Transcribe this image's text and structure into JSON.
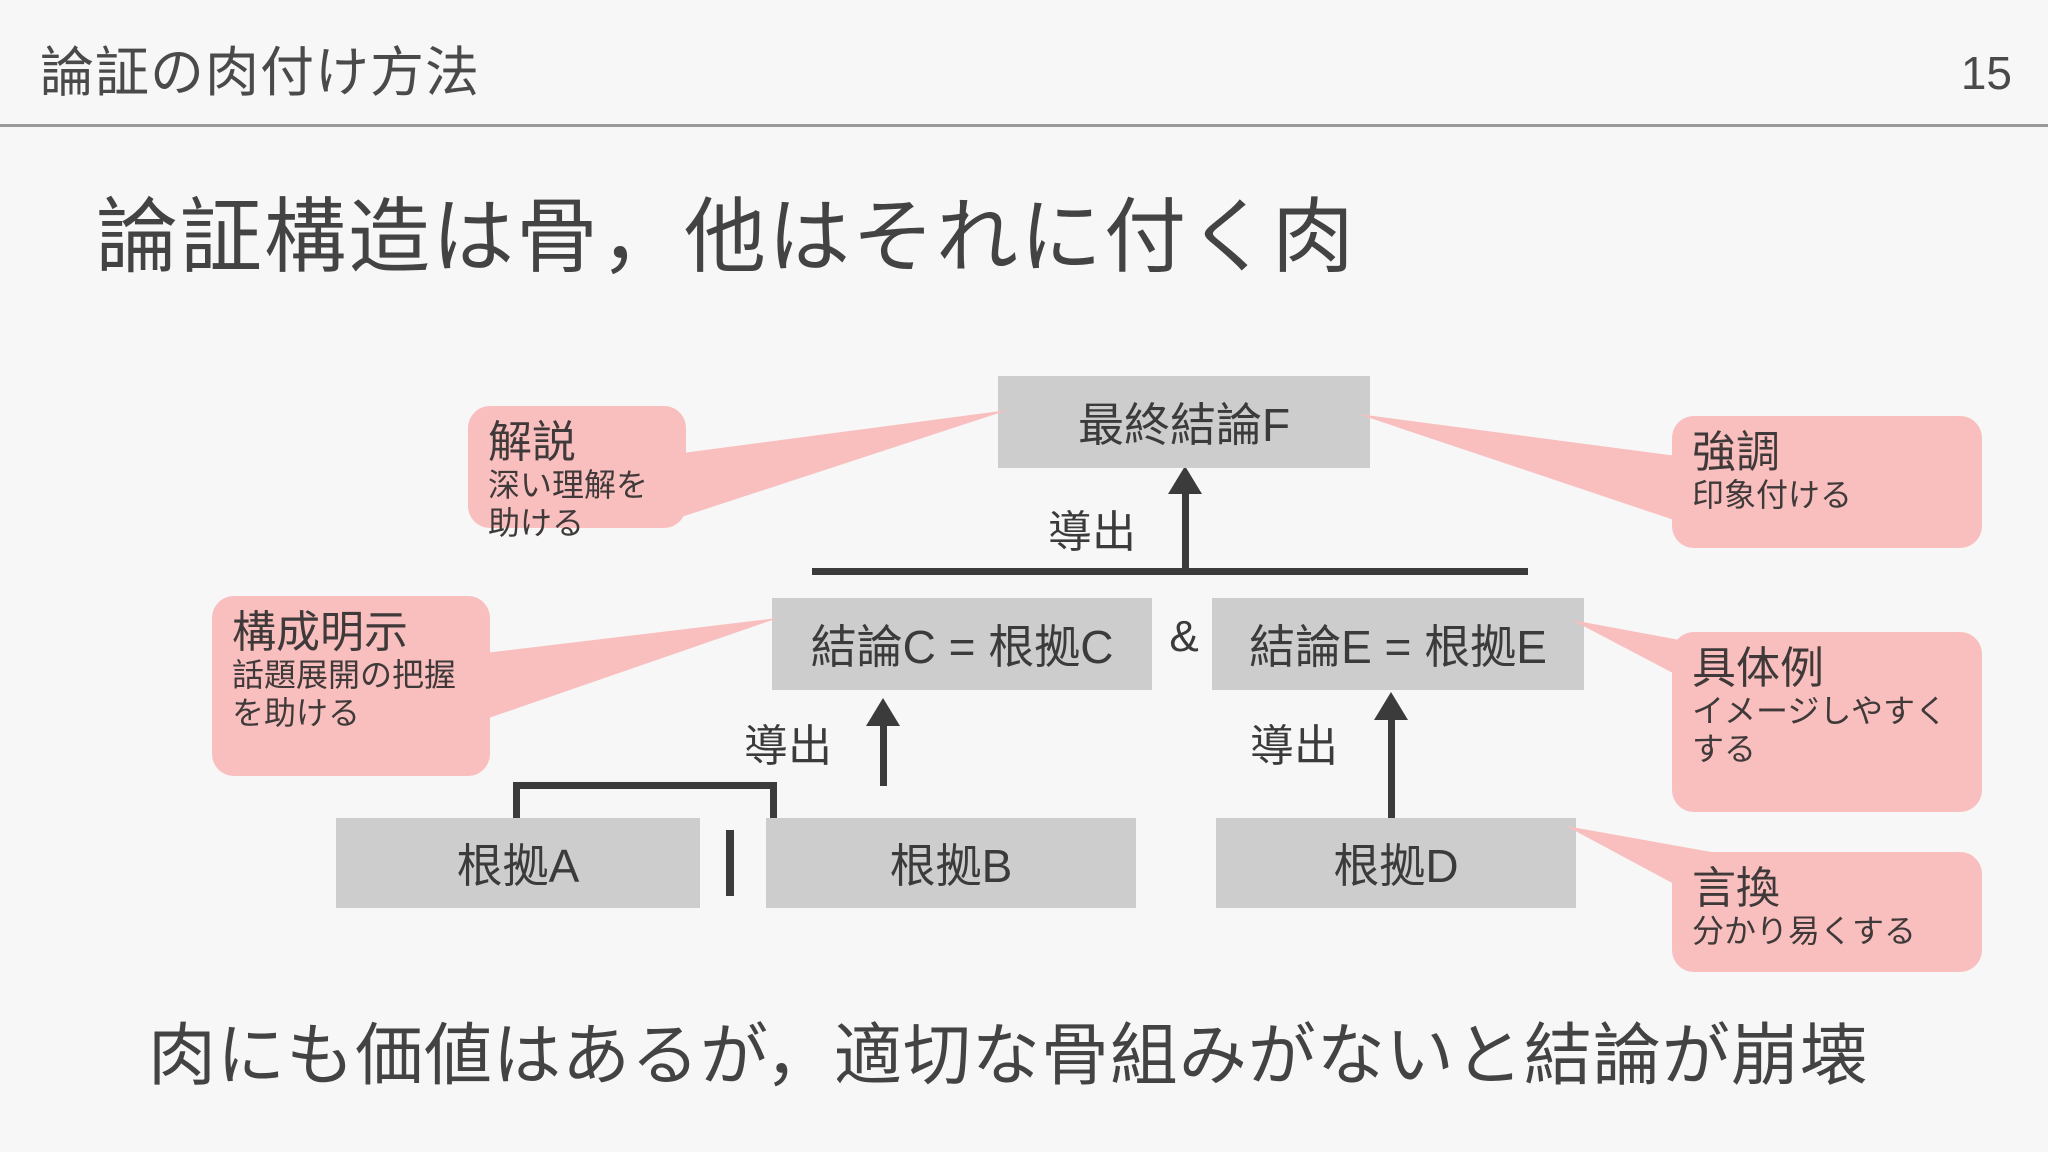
{
  "header": {
    "title": "論証の肉付け方法",
    "page_number": "15"
  },
  "headline": "論証構造は骨，他はそれに付く肉",
  "footer_text": "肉にも価値はあるが，適切な骨組みがないと結論が崩壊",
  "diagram": {
    "boxes": {
      "final": "最終結論F",
      "conclusion_c": "結論C = 根拠C",
      "conclusion_e": "結論E = 根拠E",
      "ground_a": "根拠A",
      "ground_b": "根拠B",
      "ground_d": "根拠D"
    },
    "conjunction": "&",
    "separator": "|",
    "derive_labels": {
      "top": "導出",
      "ab": "導出",
      "d": "導出"
    }
  },
  "callouts": [
    {
      "title": "解説",
      "sub": "深い理解を助ける"
    },
    {
      "title": "強調",
      "sub": "印象付ける"
    },
    {
      "title": "構成明示",
      "sub": "話題展開の把握を助ける"
    },
    {
      "title": "具体例",
      "sub": "イメージしやすくする"
    },
    {
      "title": "言換",
      "sub": "分かり易くする"
    }
  ],
  "colors": {
    "background": "#f7f7f7",
    "box_gray": "#cdcdcd",
    "callout_pink": "#f9bfbf",
    "ink": "#3b3b3b",
    "rule": "#9a9a9a"
  }
}
